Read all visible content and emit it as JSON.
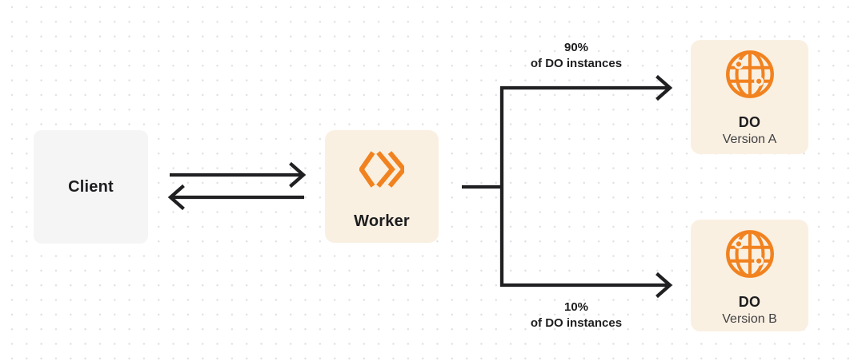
{
  "diagram": {
    "client": {
      "label": "Client"
    },
    "worker": {
      "label": "Worker"
    },
    "do_version_a": {
      "title": "DO",
      "subtitle": "Version A"
    },
    "do_version_b": {
      "title": "DO",
      "subtitle": "Version B"
    },
    "branch_a_label": {
      "percent": "90%",
      "caption": "of DO instances"
    },
    "branch_b_label": {
      "percent": "10%",
      "caption": "of DO instances"
    }
  },
  "icons": {
    "worker_icon": "workers-logo-icon",
    "do_icon": "globe-icon"
  },
  "colors": {
    "accent_orange": "#f1821f",
    "node_cream_bg": "#faf0e2",
    "client_gray_bg": "#f5f5f6",
    "connector": "#202023",
    "text_primary": "#1d1d1f",
    "text_secondary": "#3f3f42",
    "grid_dot": "#e2e2e6"
  }
}
